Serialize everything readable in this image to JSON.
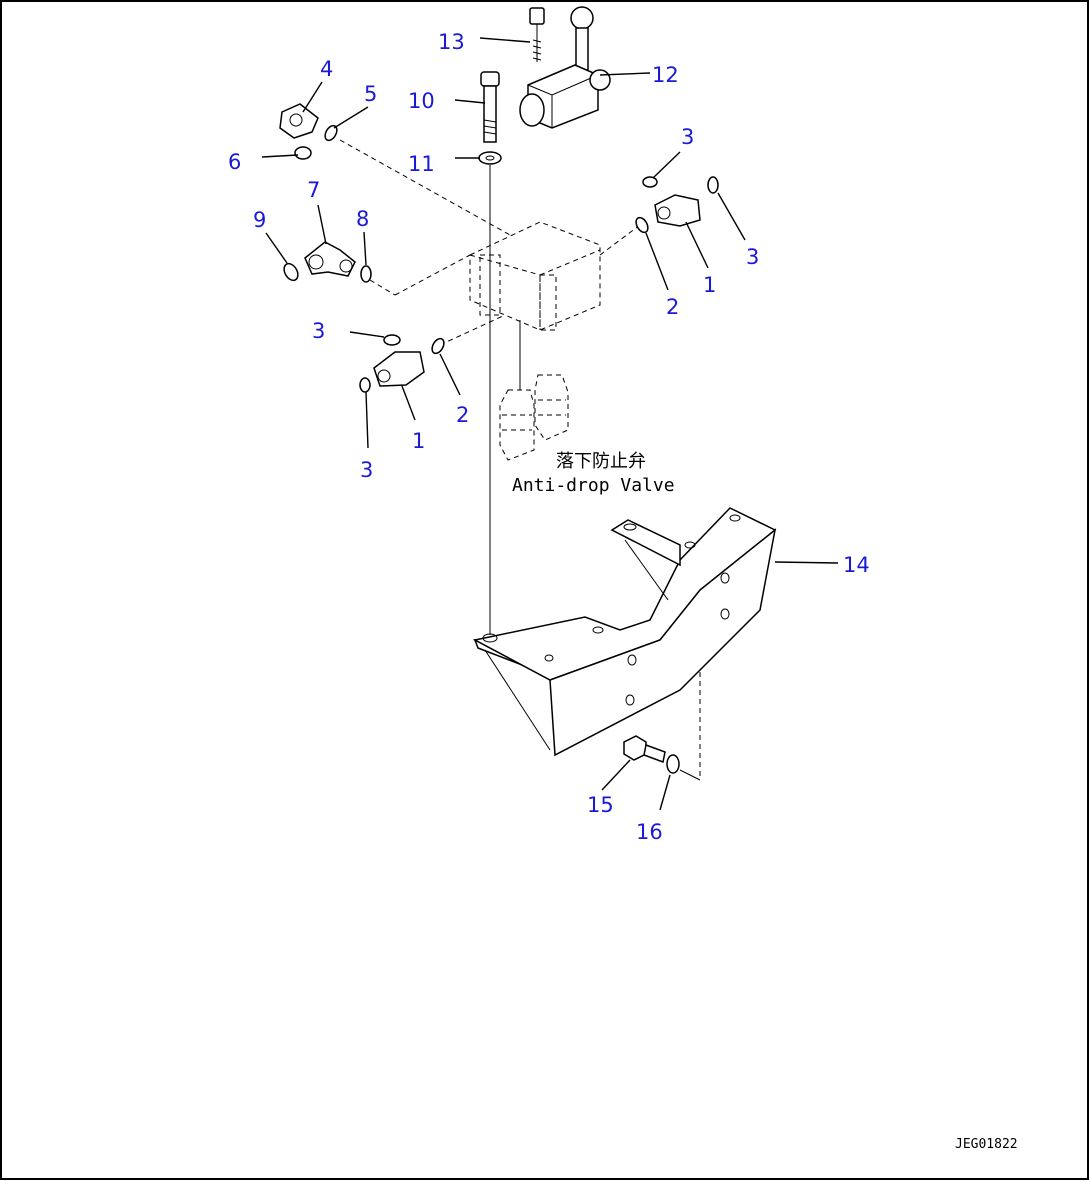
{
  "callouts": [
    {
      "id": "1",
      "text": "1"
    },
    {
      "id": "2",
      "text": "2"
    },
    {
      "id": "3",
      "text": "3"
    },
    {
      "id": "4",
      "text": "4"
    },
    {
      "id": "5",
      "text": "5"
    },
    {
      "id": "6",
      "text": "6"
    },
    {
      "id": "7",
      "text": "7"
    },
    {
      "id": "8",
      "text": "8"
    },
    {
      "id": "9",
      "text": "9"
    },
    {
      "id": "10",
      "text": "10"
    },
    {
      "id": "11",
      "text": "11"
    },
    {
      "id": "12",
      "text": "12"
    },
    {
      "id": "13",
      "text": "13"
    },
    {
      "id": "14",
      "text": "14"
    },
    {
      "id": "15",
      "text": "15"
    },
    {
      "id": "16",
      "text": "16"
    }
  ],
  "annotation": {
    "japanese": "落下防止弁",
    "english": "Anti-drop Valve"
  },
  "drawing_code": "JEG01822",
  "colors": {
    "callout": "#1a1ad6",
    "line": "#000000",
    "background": "#ffffff"
  }
}
